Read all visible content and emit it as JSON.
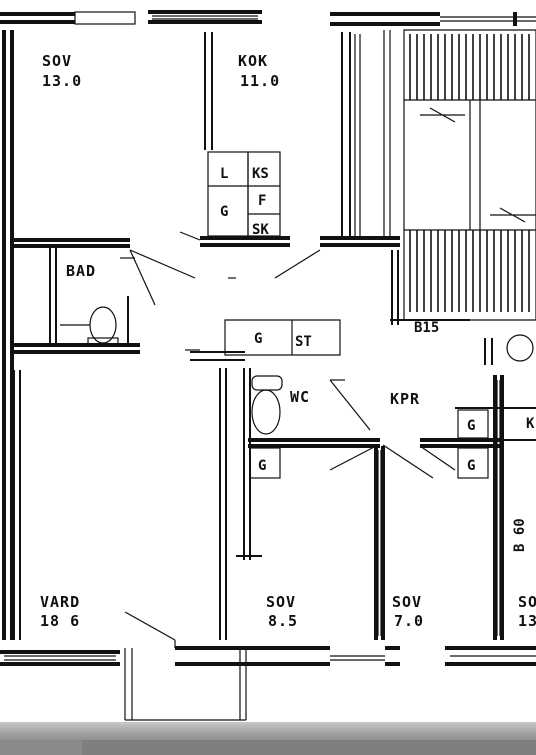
{
  "rooms": {
    "sov1": {
      "name": "SOV",
      "area": "13.0"
    },
    "kok": {
      "name": "KOK",
      "area": "11.0"
    },
    "bad": {
      "name": "BAD"
    },
    "wc": {
      "name": "WC"
    },
    "kpr": {
      "name": "KPR"
    },
    "vard": {
      "name": "VARD",
      "area": "18 6"
    },
    "sov2": {
      "name": "SOV",
      "area": "8.5"
    },
    "sov3": {
      "name": "SOV",
      "area": "7.0"
    },
    "sov4": {
      "name": "SO",
      "area": "13"
    }
  },
  "fixtures": {
    "l": "L",
    "ks": "KS",
    "g_kitchen": "G",
    "f": "F",
    "sk": "SK",
    "g_hall": "G",
    "st": "ST",
    "g_wc": "G",
    "g_right_top": "G",
    "g_right_bottom": "G",
    "k_edge": "K",
    "b15": "B15",
    "b60": "B 60"
  }
}
